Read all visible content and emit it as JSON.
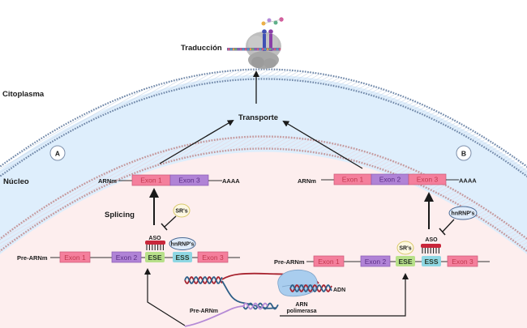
{
  "colors": {
    "cytoplasm": "#deeefc",
    "nucleus": "#fdeeee",
    "outer_membrane": "#6f87a8",
    "nuclear_membrane": "#c49a9e",
    "exon_pink": "#f47f9c",
    "exon_pink_text": "#c2394f",
    "exon_purple": "#b083d6",
    "exon_purple_text": "#5b2f86",
    "ese_green": "#b8e08a",
    "ess_cyan": "#8fd7e3",
    "aso_red": "#c8263a",
    "sr_fill": "#fdf8e2",
    "sr_stroke": "#d9c96c",
    "hnrnp_fill": "#e0ecfa",
    "hnrnp_stroke": "#4b6a94",
    "dna_red": "#a8232f",
    "dna_blue": "#2e5f88",
    "prearn_purple": "#b58ad6",
    "polymerase": "#a9cdee"
  },
  "labels": {
    "traduccion": "Traducción",
    "citoplasma": "Citoplasma",
    "transporte": "Transporte",
    "nucleo": "Núcleo",
    "splicing": "Splicing",
    "panel_a": "A",
    "panel_b": "B",
    "adn": "ADN",
    "arn_polimerasa_1": "ARN",
    "arn_polimerasa_2": "polimerasa",
    "pre_arnm_transcript": "Pre-ARNm"
  },
  "panel_a": {
    "mrna": {
      "label": "ARNm",
      "exons": [
        "Exon 1",
        "Exon 3"
      ],
      "tail": "AAAA"
    },
    "pre_mrna": {
      "label": "Pre-ARNm",
      "exon1": "Exon 1",
      "exon2": "Exon 2",
      "ese": "ESE",
      "ess": "ESS",
      "exon3": "Exon 3"
    },
    "aso": "ASO",
    "sr": "SR's",
    "hnrnp": "hnRNP's"
  },
  "panel_b": {
    "mrna": {
      "label": "ARNm",
      "exons": [
        "Exon 1",
        "Exon 2",
        "Exon 3"
      ],
      "tail": "AAAA"
    },
    "pre_mrna": {
      "label": "Pre-ARNm",
      "exon1": "Exon 1",
      "exon2": "Exon 2",
      "ese": "ESE",
      "ess": "ESS",
      "exon3": "Exon 3"
    },
    "aso": "ASO",
    "sr": "SR's",
    "hnrnp": "hnRNP's"
  }
}
